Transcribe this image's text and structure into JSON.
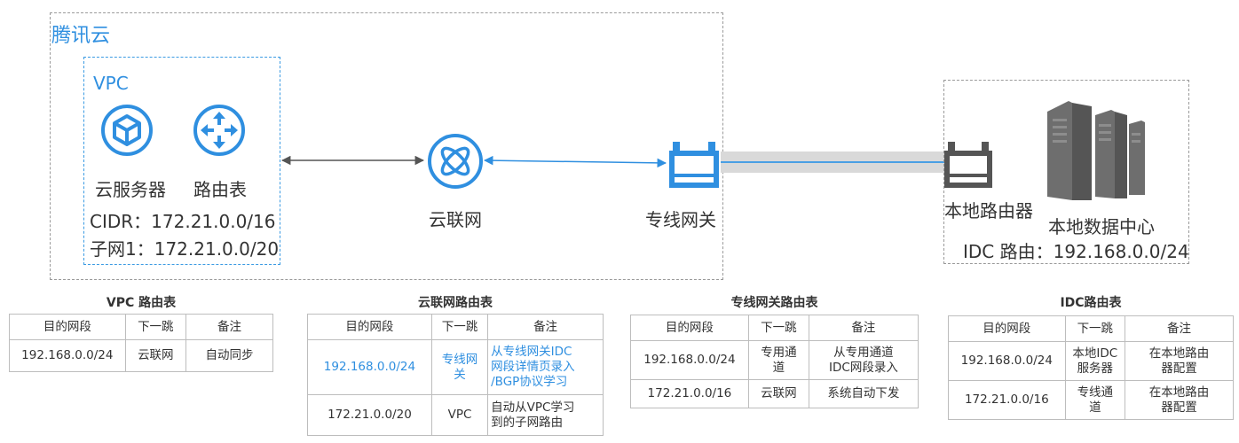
{
  "tencent_cloud": {
    "title": "腾讯云"
  },
  "vpc": {
    "title": "VPC",
    "cvm_label": "云服务器",
    "route_table_label": "路由表",
    "cidr": "CIDR：172.21.0.0/16",
    "subnet": "子网1：172.21.0.0/20"
  },
  "ccn": {
    "label": "云联网"
  },
  "dc_gateway": {
    "label": "专线网关"
  },
  "idc": {
    "router_label": "本地路由器",
    "datacenter_label": "本地数据中心",
    "route": "IDC 路由：192.168.0.0/24"
  },
  "tables": {
    "vpc": {
      "title": "VPC 路由表",
      "headers": [
        "目的网段",
        "下一跳",
        "备注"
      ],
      "rows": [
        [
          "192.168.0.0/24",
          "云联网",
          "自动同步"
        ]
      ]
    },
    "ccn": {
      "title": "云联网路由表",
      "headers": [
        "目的网段",
        "下一跳",
        "备注"
      ],
      "rows": [
        [
          "192.168.0.0/24",
          "专线网\n关",
          "从专线网关IDC\n网段详情页录入\n/BGP协议学习"
        ],
        [
          "172.21.0.0/20",
          "VPC",
          "自动从VPC学习\n到的子网路由"
        ]
      ]
    },
    "dcg": {
      "title": "专线网关路由表",
      "headers": [
        "目的网段",
        "下一跳",
        "备注"
      ],
      "rows": [
        [
          "192.168.0.0/24",
          "专用通\n道",
          "从专用通道\nIDC网段录入"
        ],
        [
          "172.21.0.0/16",
          "云联网",
          "系统自动下发"
        ]
      ]
    },
    "idc": {
      "title": "IDC路由表",
      "headers": [
        "目的网段",
        "下一跳",
        "备注"
      ],
      "rows": [
        [
          "192.168.0.0/24",
          "本地IDC\n服务器",
          "在本地路由\n器配置"
        ],
        [
          "172.21.0.0/16",
          "专线通\n道",
          "在本地路由\n器配置"
        ]
      ]
    }
  },
  "colors": {
    "accent": "#2f8fe0",
    "device_gray": "#555555",
    "border_gray": "#9a9a9a"
  },
  "icons": [
    "cloud-server-icon",
    "router-icon",
    "ccn-icon",
    "gateway-icon",
    "local-router-icon",
    "server-tower-icon"
  ]
}
